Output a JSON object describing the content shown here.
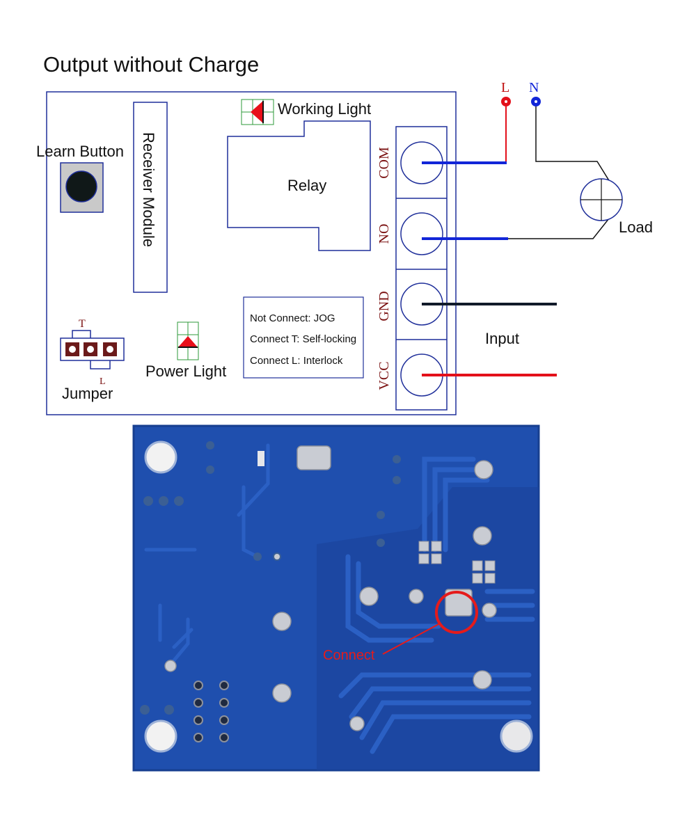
{
  "title": "Output without Charge",
  "labels": {
    "learn_button": "Learn Button",
    "receiver_module": "Receiver Module",
    "working_light": "Working Light",
    "relay": "Relay",
    "power_light": "Power Light",
    "jumper": "Jumper",
    "jumper_t": "T",
    "jumper_l": "L",
    "load": "Load",
    "input": "Input",
    "line_l": "L",
    "line_n": "N",
    "connect": "Connect"
  },
  "terminals": [
    "COM",
    "NO",
    "GND",
    "VCC"
  ],
  "jumper_notes": [
    "Not Connect: JOG",
    "Connect T: Self-locking",
    "Connect L: Interlock"
  ],
  "colors": {
    "outline": "#1f2f9a",
    "wire_blue": "#1226d8",
    "wire_red": "#e3101a",
    "wire_black": "#111a2a",
    "terminal_label": "#7a1010",
    "led_red": "#e8101a",
    "led_grid": "#2e9a3a",
    "pcb_blue": "#1f4fae",
    "pcb_trace": "#2b60c4",
    "solder": "#c9ccd3",
    "highlight": "#e51b1b"
  }
}
